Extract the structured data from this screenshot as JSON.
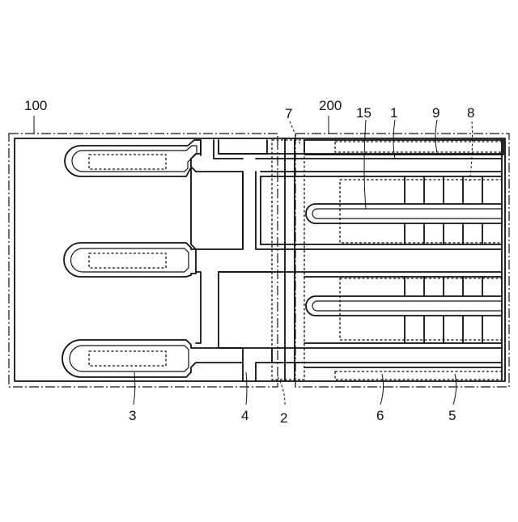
{
  "labels": {
    "region_100": "100",
    "region_200": "200",
    "ref_7": "7",
    "ref_15": "15",
    "ref_1": "1",
    "ref_9": "9",
    "ref_8": "8",
    "ref_3": "3",
    "ref_4": "4",
    "ref_2": "2",
    "ref_6": "6",
    "ref_5": "5"
  }
}
